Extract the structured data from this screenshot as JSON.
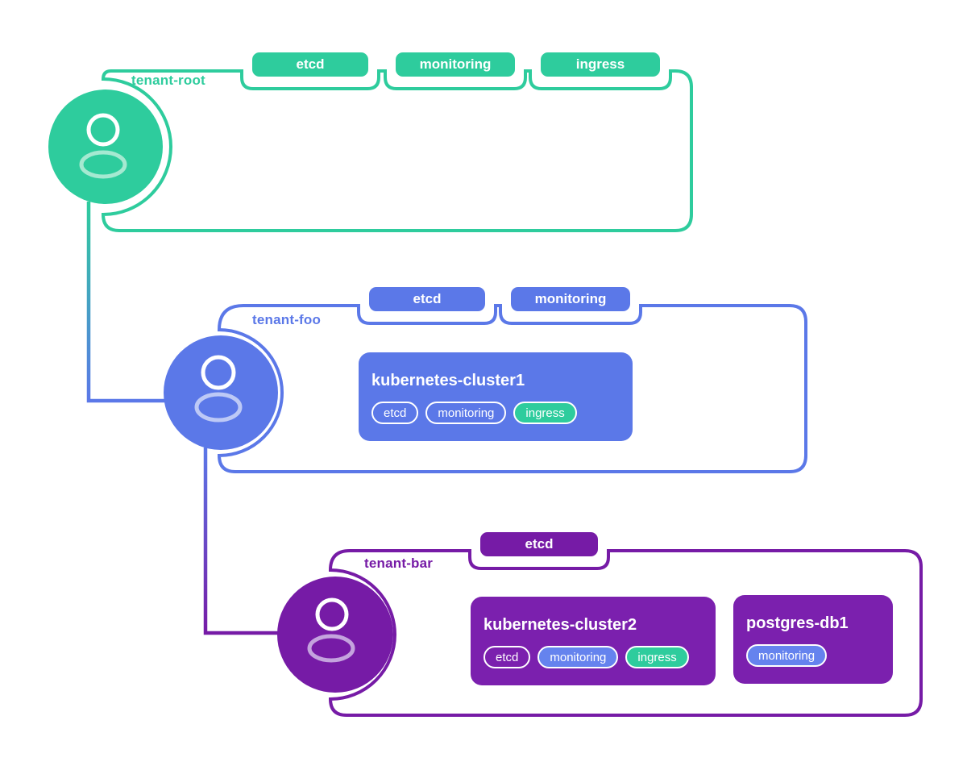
{
  "diagram_title": "tenant-hierarchy-diagram",
  "colors": {
    "green": "#2ecc9d",
    "blue": "#5b78e8",
    "purple": "#761ba6",
    "card_purple": "#7b20ae",
    "pill_blue": "#6583ee",
    "pill_green": "#2ecc9d",
    "light_green": "#a5e9d1",
    "light_blue": "#bdc9f6",
    "light_purple": "#c4a3de",
    "white": "#ffffff"
  },
  "hierarchy": [
    {
      "from": "tenant-root",
      "to": "tenant-foo"
    },
    {
      "from": "tenant-foo",
      "to": "tenant-bar"
    }
  ],
  "tenants": [
    {
      "id": "tenant-root",
      "label": "tenant-root",
      "color": "#2ecc9d",
      "tabs": [
        "etcd",
        "monitoring",
        "ingress"
      ],
      "workloads": []
    },
    {
      "id": "tenant-foo",
      "label": "tenant-foo",
      "color": "#5b78e8",
      "tabs": [
        "etcd",
        "monitoring"
      ],
      "workloads": [
        {
          "name": "kubernetes-cluster1",
          "pills": [
            {
              "label": "etcd",
              "style": "outline"
            },
            {
              "label": "monitoring",
              "style": "outline"
            },
            {
              "label": "ingress",
              "style": "green"
            }
          ]
        }
      ]
    },
    {
      "id": "tenant-bar",
      "label": "tenant-bar",
      "color": "#761ba6",
      "tabs": [
        "etcd"
      ],
      "workloads": [
        {
          "name": "kubernetes-cluster2",
          "pills": [
            {
              "label": "etcd",
              "style": "outline"
            },
            {
              "label": "monitoring",
              "style": "blue"
            },
            {
              "label": "ingress",
              "style": "green"
            }
          ]
        },
        {
          "name": "postgres-db1",
          "pills": [
            {
              "label": "monitoring",
              "style": "blue"
            }
          ]
        }
      ]
    }
  ]
}
